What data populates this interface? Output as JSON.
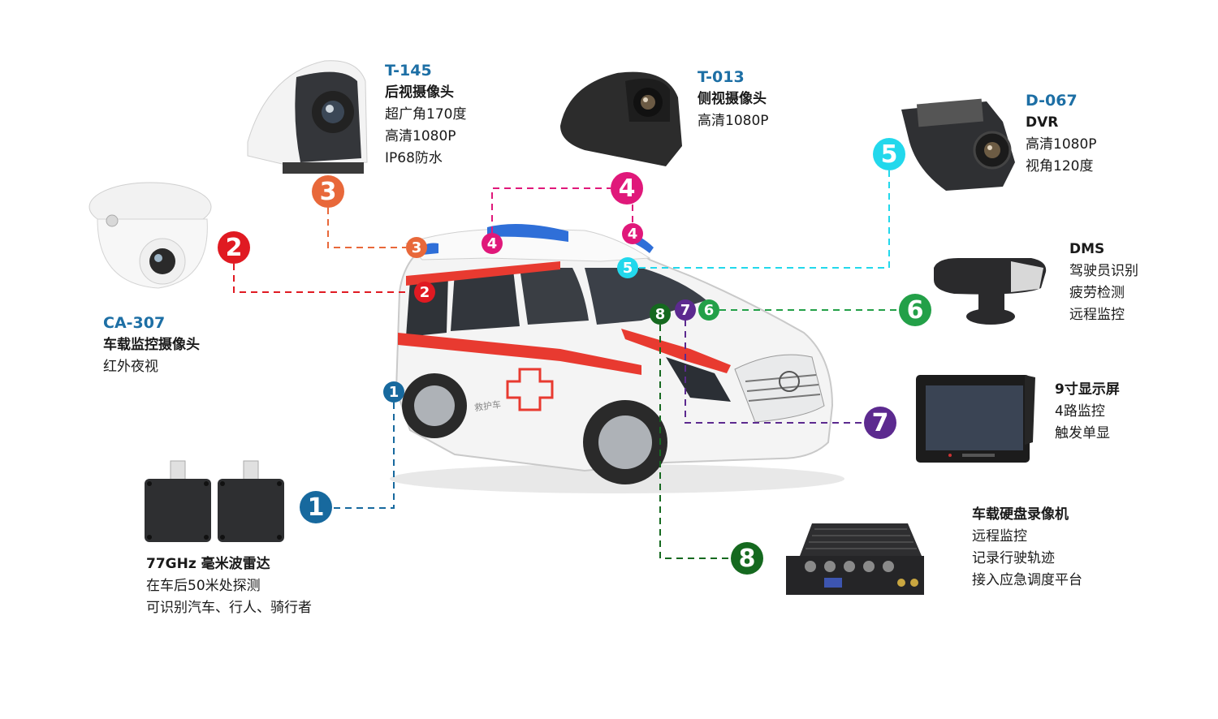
{
  "colors": {
    "c1": "#17699e",
    "c2": "#e01a22",
    "c3": "#e8683a",
    "c4": "#e0187a",
    "c5": "#22d8ec",
    "c6": "#23a048",
    "c7": "#5c2a8f",
    "c8": "#15691f"
  },
  "badges": {
    "b1": "1",
    "b2": "2",
    "b3": "3",
    "b4": "4",
    "b5": "5",
    "b6": "6",
    "b7": "7",
    "b8": "8"
  },
  "devices": {
    "radar": {
      "lines": [
        "77GHz 毫米波雷达",
        "在车后50米处探测",
        "可识别汽车、行人、骑行者"
      ]
    },
    "ca307": {
      "model": "CA-307",
      "name": "车载监控摄像头",
      "lines": [
        "红外夜视"
      ]
    },
    "t145": {
      "model": "T-145",
      "name": "后视摄像头",
      "lines": [
        "超广角170度",
        "高清1080P",
        "IP68防水"
      ]
    },
    "t013": {
      "model": "T-013",
      "name": "侧视摄像头",
      "lines": [
        "高清1080P"
      ]
    },
    "d067": {
      "model": "D-067",
      "name": "DVR",
      "lines": [
        "高清1080P",
        "视角120度"
      ]
    },
    "dms": {
      "name": "DMS",
      "lines": [
        "驾驶员识别",
        "疲劳检测",
        "远程监控"
      ]
    },
    "monitor": {
      "name": "9寸显示屏",
      "lines": [
        "4路监控",
        "触发单显"
      ]
    },
    "mdvr": {
      "name": "车载硬盘录像机",
      "lines": [
        "远程监控",
        "记录行驶轨迹",
        "接入应急调度平台"
      ]
    }
  },
  "vehicle_text": "救护车"
}
